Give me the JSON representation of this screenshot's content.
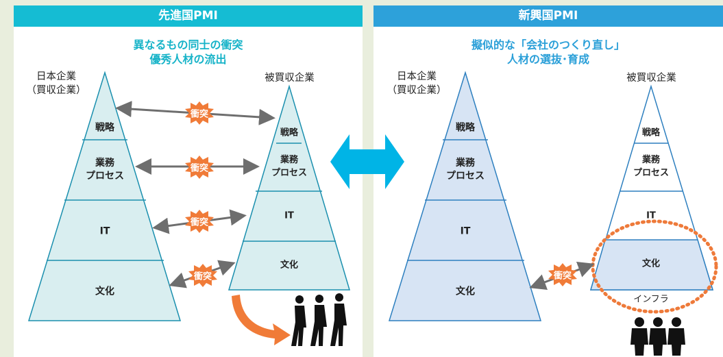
{
  "left_panel": {
    "header": "先進国PMI",
    "subtitle": [
      "異なるもの同士の衝突",
      "優秀人材の流出"
    ],
    "acquirer_label": [
      "日本企業",
      "（買収企業）"
    ],
    "target_label": "被買収企業",
    "acquirer_layers": [
      [
        "戦略"
      ],
      [
        "業務",
        "プロセス"
      ],
      [
        "IT"
      ],
      [
        "文化"
      ]
    ],
    "target_layers": [
      [
        "戦略"
      ],
      [
        "業務",
        "プロセス"
      ],
      [
        "IT"
      ],
      [
        "文化"
      ]
    ],
    "clash_label": "衝突"
  },
  "right_panel": {
    "header": "新興国PMI",
    "subtitle": [
      "擬似的な「会社のつくり直し」",
      "人材の選抜･育成"
    ],
    "acquirer_label": [
      "日本企業",
      "（買収企業）"
    ],
    "target_label": "被買収企業",
    "acquirer_layers": [
      [
        "戦略"
      ],
      [
        "業務",
        "プロセス"
      ],
      [
        "IT"
      ],
      [
        "文化"
      ]
    ],
    "target_layers": [
      [
        "戦略"
      ],
      [
        "業務",
        "プロセス"
      ],
      [
        "IT"
      ],
      [
        "文化"
      ]
    ],
    "infra_label": "インフラ",
    "clash_label": "衝突"
  },
  "colors": {
    "background": "#e9eedd",
    "left_header": "#15bcd3",
    "right_header": "#2da1da",
    "left_fill": "#d9eef0",
    "right_fill": "#d7e4f4",
    "clash_burst": "#f07b38",
    "exchange_arrow": "#00b4e6",
    "outflow_arrow": "#f07b38",
    "dotted_circle": "#ee7a3a"
  },
  "icons": {
    "exchange": "double-arrow-icon",
    "clash": "burst-icon",
    "outflow": "curved-arrow-icon",
    "people": "walking-people-icon",
    "selected_people": "standing-people-icon"
  }
}
